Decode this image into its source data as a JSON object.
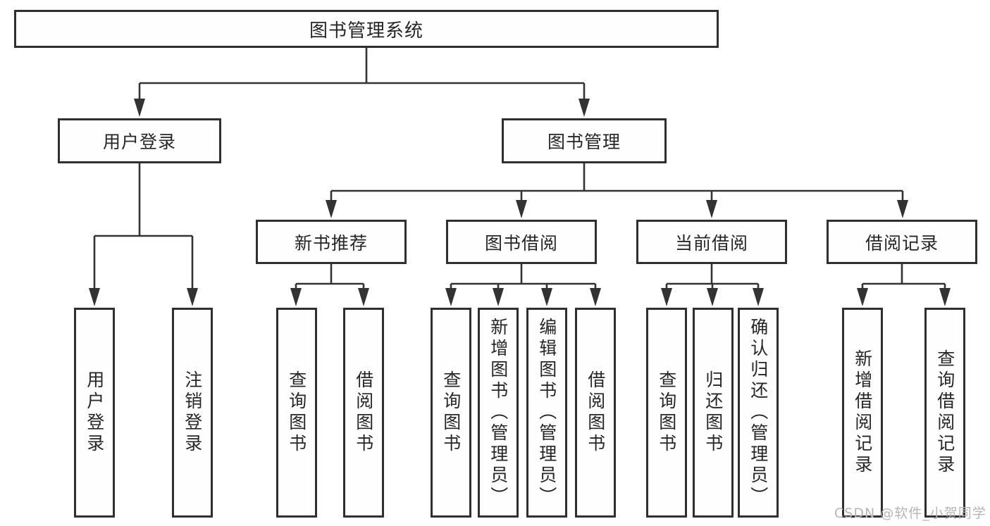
{
  "colors": {
    "line": "#333333",
    "border": "#2f2f2f",
    "text": "#262626",
    "watermark": "#b5b5b5",
    "background": "#ffffff"
  },
  "diagram": {
    "type": "hierarchy-tree",
    "nodes": {
      "root": {
        "label": "图书管理系统"
      },
      "user_login": {
        "label": "用户登录"
      },
      "book_management": {
        "label": "图书管理"
      },
      "new_book_recommend": {
        "label": "新书推荐"
      },
      "book_borrowing": {
        "label": "图书借阅"
      },
      "current_borrowing": {
        "label": "当前借阅"
      },
      "borrowing_records": {
        "label": "借阅记录"
      },
      "leaf_user_login": {
        "label": "用户登录"
      },
      "leaf_logout": {
        "label": "注销登录"
      },
      "leaf_nbr_query_books": {
        "label": "查询图书"
      },
      "leaf_nbr_borrow_books": {
        "label": "借阅图书"
      },
      "leaf_bb_query_books": {
        "label": "查询图书"
      },
      "leaf_bb_add_books": {
        "label": "新增图书（管理员）"
      },
      "leaf_bb_edit_books": {
        "label": "编辑图书（管理员）"
      },
      "leaf_bb_borrow_books": {
        "label": "借阅图书"
      },
      "leaf_cb_query_books": {
        "label": "查询图书"
      },
      "leaf_cb_return_books": {
        "label": "归还图书"
      },
      "leaf_cb_confirm_return": {
        "label": "确认归还（管理员）"
      },
      "leaf_br_add_record": {
        "label": "新增借阅记录"
      },
      "leaf_br_query_record": {
        "label": "查询借阅记录"
      }
    }
  },
  "watermark": {
    "text": "CSDN @软件_小贺同学"
  }
}
